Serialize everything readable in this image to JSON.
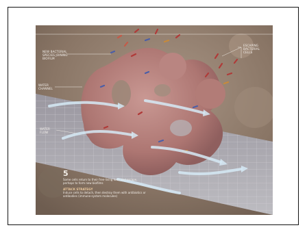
{
  "labels": {
    "new_species": "NEW BACTERIAL SPECIES JOINING BIOFILM",
    "water_channel": "WATER CHANNEL",
    "water_flow": "WATER FLOW",
    "escaping_cells": "ESCAPING BACTERIAL CELLS"
  },
  "step": {
    "number": "5",
    "description": "Some cells return to their free-living form and escape, perhaps to form new biofilms",
    "strategy_title": "ATTACK STRATEGY",
    "strategy_text": "Induce cells to detach, then destroy them with antibiotics or antibodies (immune-system molecules)"
  },
  "colors": {
    "background": "#ffffff",
    "frame_border": "#111111",
    "illustration_bg": "#8a7867",
    "biofilm_mass": "#b8807c",
    "grid_plane": "#a9a9ad",
    "flow_arrows": "#d4e8f4"
  }
}
